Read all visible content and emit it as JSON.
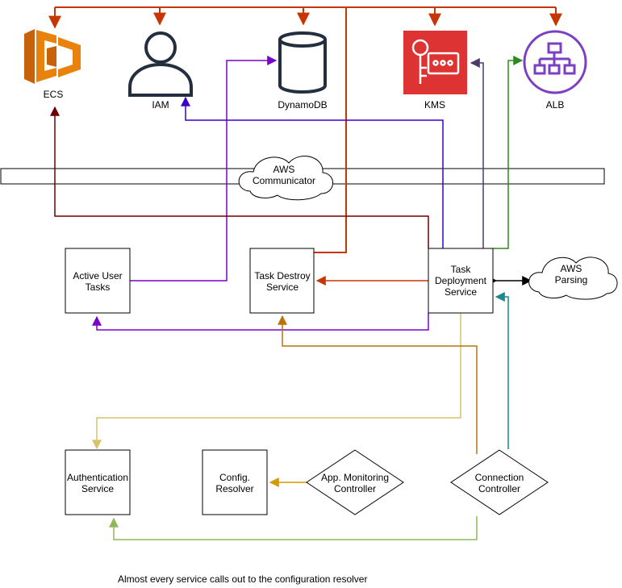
{
  "services": {
    "ecs": "ECS",
    "iam": "IAM",
    "dynamodb": "DynamoDB",
    "kms": "KMS",
    "alb": "ALB"
  },
  "clouds": {
    "aws_communicator": [
      "AWS",
      "Communicator"
    ],
    "aws_parsing": [
      "AWS",
      "Parsing"
    ]
  },
  "nodes": {
    "active_user_tasks": [
      "Active User",
      "Tasks"
    ],
    "task_destroy_service": [
      "Task Destroy",
      "Service"
    ],
    "task_deployment_service": [
      "Task",
      "Deployment",
      "Service"
    ],
    "authentication_service": [
      "Authentication",
      "Service"
    ],
    "config_resolver": [
      "Config.",
      "Resolver"
    ],
    "app_monitoring_controller": [
      "App. Monitoring",
      "Controller"
    ],
    "connection_controller": [
      "Connection",
      "Controller"
    ]
  },
  "footnote": "Almost every service calls out to the configuration resolver",
  "colors": {
    "orange_red": "#c73500",
    "purple": "#7a00cc",
    "indigo": "#3a00cc",
    "maroon": "#6f0000",
    "dark_purple": "#4c3a6e",
    "green": "#2d8a1f",
    "teal": "#1a8a8a",
    "yellow": "#d6c36a",
    "brown": "#b8730d",
    "olive": "#8fb85a",
    "amber": "#d49a00",
    "ecs_orange": "#e8820c",
    "kms_red": "#dd3333",
    "alb_purple": "#7b3fc4"
  }
}
